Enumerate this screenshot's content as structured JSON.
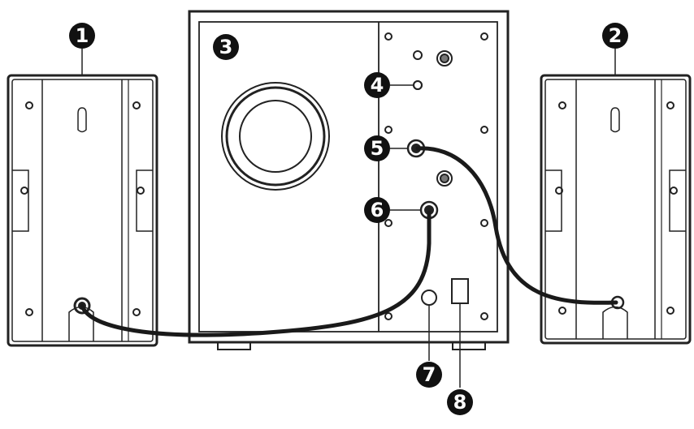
{
  "diagram": {
    "callouts": [
      {
        "id": "1",
        "label": "1",
        "refers_to": "left-satellite-speaker"
      },
      {
        "id": "2",
        "label": "2",
        "refers_to": "right-satellite-speaker"
      },
      {
        "id": "3",
        "label": "3",
        "refers_to": "subwoofer"
      },
      {
        "id": "4",
        "label": "4",
        "refers_to": "subwoofer-input-jack"
      },
      {
        "id": "5",
        "label": "5",
        "refers_to": "right-speaker-output-jack"
      },
      {
        "id": "6",
        "label": "6",
        "refers_to": "left-speaker-output-jack"
      },
      {
        "id": "7",
        "label": "7",
        "refers_to": "power-cord-port"
      },
      {
        "id": "8",
        "label": "8",
        "refers_to": "power-switch"
      }
    ]
  }
}
